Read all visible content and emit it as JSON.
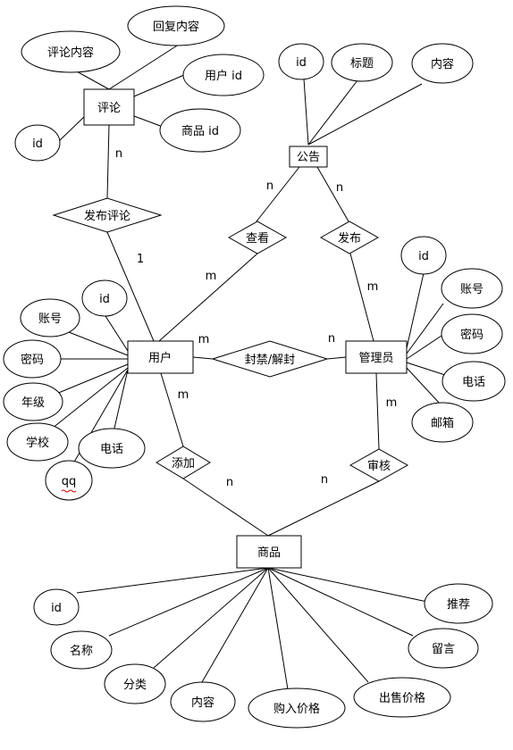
{
  "entities": {
    "comment": "评论",
    "notice": "公告",
    "user": "用户",
    "admin": "管理员",
    "product": "商品"
  },
  "relations": {
    "post_comment": "发布评论",
    "view": "查看",
    "publish": "发布",
    "ban": "封禁/解封",
    "add": "添加",
    "review": "审核"
  },
  "attributes": {
    "comment": [
      "评论内容",
      "回复内容",
      "用户 id",
      "商品 id",
      "id"
    ],
    "notice": [
      "id",
      "标题",
      "内容"
    ],
    "user": [
      "id",
      "账号",
      "密码",
      "年级",
      "学校",
      "qq",
      "电话"
    ],
    "admin": [
      "id",
      "账号",
      "密码",
      "电话",
      "邮箱"
    ],
    "product": [
      "id",
      "名称",
      "分类",
      "内容",
      "购入价格",
      "出售价格",
      "留言",
      "推荐"
    ]
  },
  "cardinalities": {
    "comment_post": "n",
    "user_post": "1",
    "notice_view": "n",
    "user_view": "m",
    "notice_publish": "n",
    "admin_publish": "m",
    "user_ban": "m",
    "admin_ban": "n",
    "user_add": "m",
    "product_add": "n",
    "admin_review": "m",
    "product_review": "n"
  },
  "colors": {
    "stroke": "#000000",
    "fill": "#ffffff",
    "spellcheck": "#cc0000"
  }
}
